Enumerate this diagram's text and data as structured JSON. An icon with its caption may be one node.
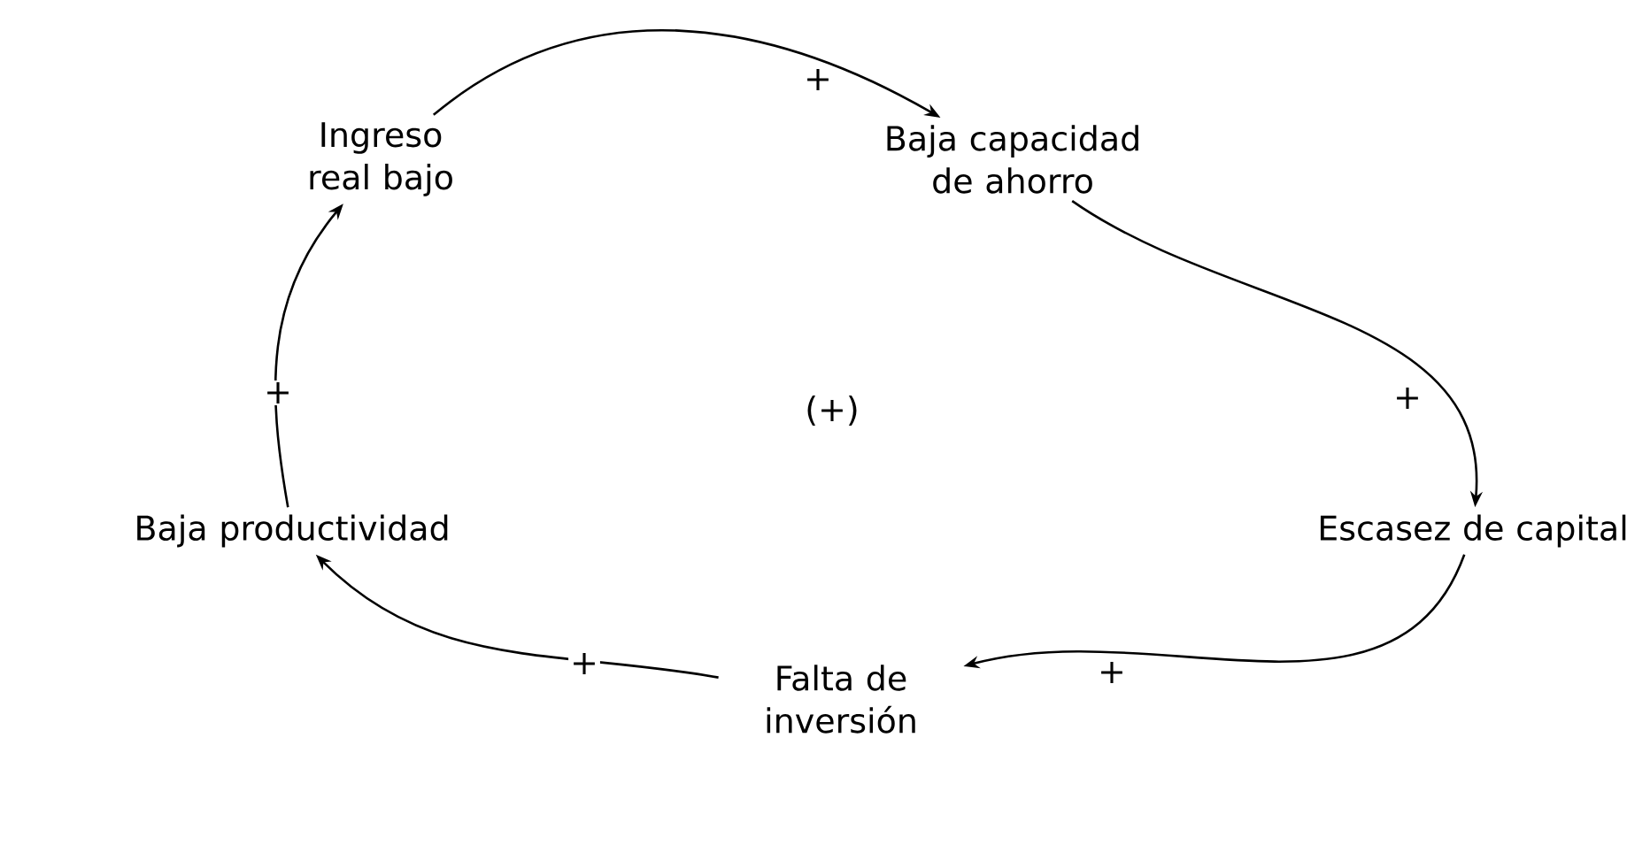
{
  "diagram": {
    "nodes": [
      {
        "text": [
          "Ingreso real bajo"
        ]
      },
      {
        "text": [
          "Baja capacidad de ahorro"
        ]
      },
      {
        "text": [
          "Escasez de capital"
        ]
      },
      {
        "text": [
          "Falta de inversión"
        ]
      },
      {
        "text": [
          "Baja productividad"
        ]
      }
    ],
    "edges": [
      {
        "from": 0,
        "to": 1,
        "arrow": "to",
        "label": "+"
      },
      {
        "from": 1,
        "to": 2,
        "arrow": "to",
        "label": "+"
      },
      {
        "from": 2,
        "to": 3,
        "arrow": "to",
        "label": "+"
      },
      {
        "from": 3,
        "to": 4,
        "arrow": "to",
        "label": "+"
      },
      {
        "from": 4,
        "to": 0,
        "arrow": "to",
        "label": "+"
      }
    ],
    "labels": [
      "(+)"
    ]
  }
}
